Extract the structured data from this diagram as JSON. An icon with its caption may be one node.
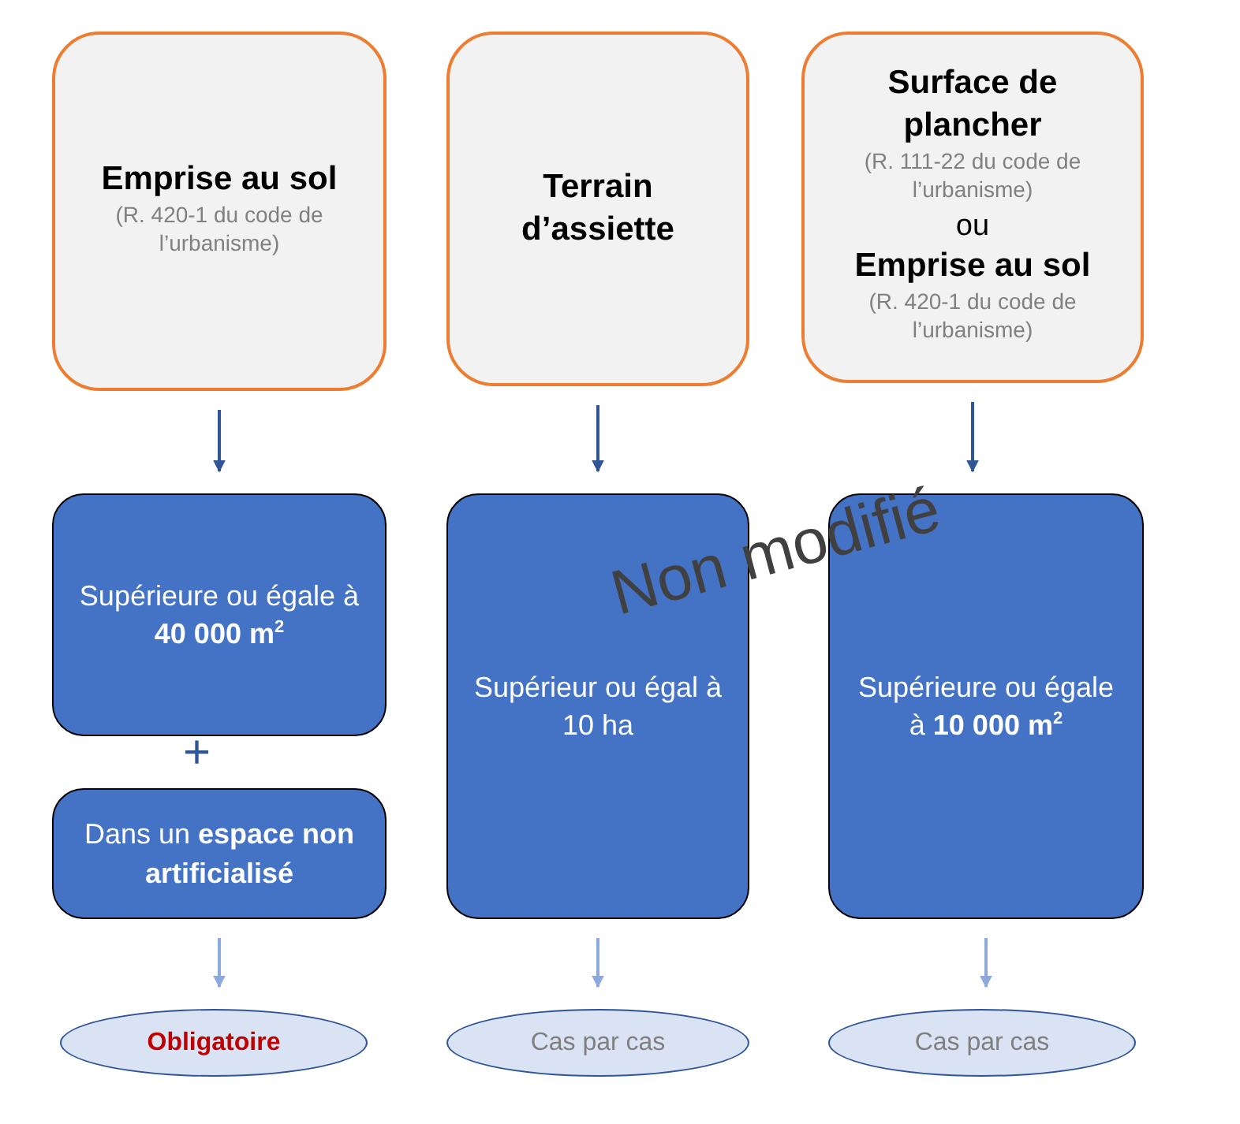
{
  "diagram": {
    "nodes": [
      {
        "text": [
          "Emprise au sol",
          "(R. 420-1 du code de l’urbanisme)"
        ]
      },
      {
        "text": [
          "Terrain d’assiette"
        ]
      },
      {
        "text": [
          "Surface de plancher",
          "(R. 111-22 du code de l’urbanisme)",
          "ou",
          "Emprise au sol",
          "(R. 420-1 du code de l’urbanisme)"
        ]
      },
      {
        "text": [
          "Supérieure ou égale à **40 000 m$^{2}$**"
        ]
      },
      {
        "text": [
          "Dans un **espace non artificialisé**"
        ]
      },
      {
        "text": [
          "Supérieur ou égal à 10 ha"
        ]
      },
      {
        "text": [
          "Supérieure ou égale à **10 000 m$^{2}$**"
        ]
      },
      {
        "text": [
          "Obligatoire"
        ]
      },
      {
        "text": [
          "Cas par cas"
        ]
      },
      {
        "text": [
          "Cas par cas"
        ]
      }
    ],
    "edges": [
      {
        "from": 0,
        "to": 3,
        "arrow": "to"
      },
      {
        "from": 1,
        "to": 5,
        "arrow": "to"
      },
      {
        "from": 2,
        "to": 6,
        "arrow": "to"
      },
      {
        "from": 4,
        "to": 7,
        "arrow": "to",
        "color": "#8eaadb"
      },
      {
        "from": 5,
        "to": 8,
        "arrow": "to",
        "color": "#8eaadb"
      },
      {
        "from": 6,
        "to": 9,
        "arrow": "to",
        "color": "#8eaadb"
      }
    ],
    "labels": [
      "+",
      "Non modifié"
    ]
  }
}
